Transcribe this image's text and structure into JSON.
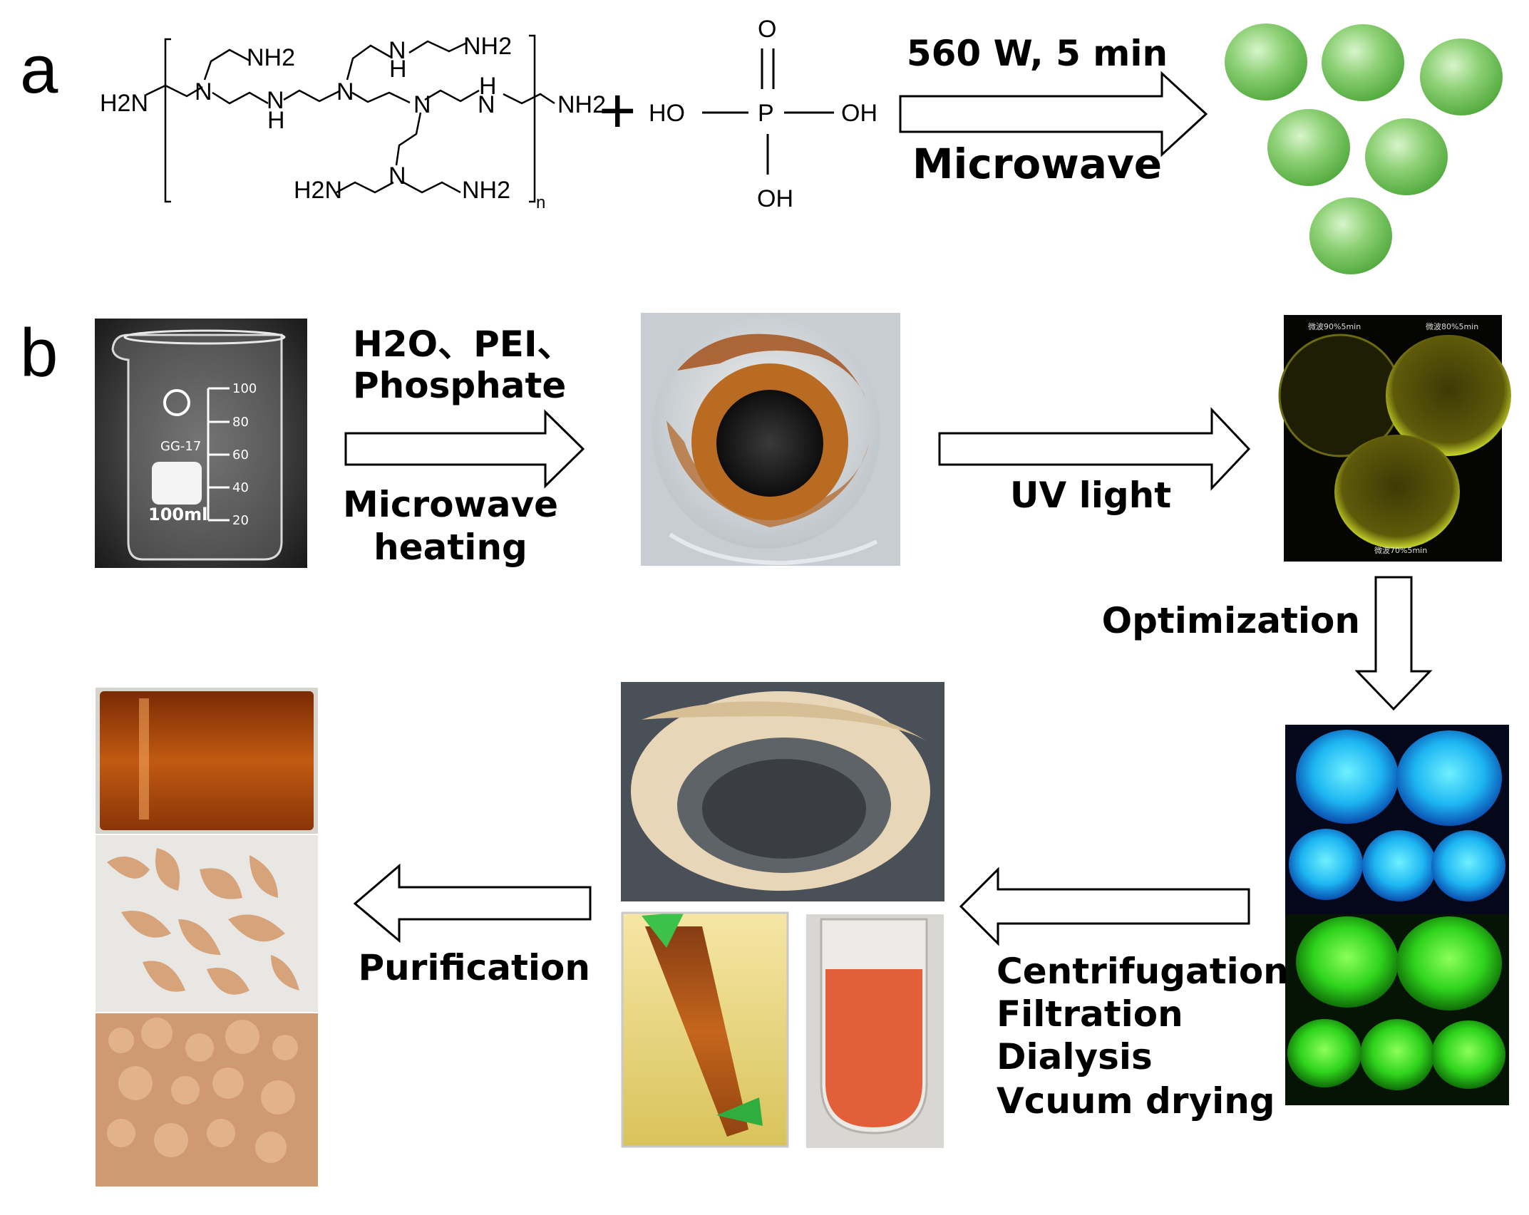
{
  "panels": {
    "a": "a",
    "b": "b"
  },
  "reaction": {
    "pei_atoms": {
      "h2n": "H2N",
      "n": "N",
      "nh": "NH",
      "h": "H",
      "nh2": "NH2",
      "n_sub": "n"
    },
    "phosphoric": {
      "o": "O",
      "ho": "HO",
      "p": "P",
      "oh": "OH"
    },
    "plus": "+",
    "condition_top": "560 W, 5 min",
    "condition_bottom": "Microwave",
    "product_color": "#6fc156"
  },
  "workflow": {
    "step1_label_line1": "H2O、PEI、",
    "step1_label_line2": "Phosphate",
    "step1_label_line3": "Microwave",
    "step1_label_line4": "heating",
    "step2_label": "UV light",
    "step3_label": "Optimization",
    "step4_labels": [
      "Centrifugation",
      "Filtration",
      "Dialysis",
      "Vcuum drying"
    ],
    "step5_label": "Purification",
    "beaker_text": {
      "brand": "GG-17",
      "volume": "100ml",
      "ticks": [
        "100",
        "80",
        "60",
        "40",
        "20"
      ]
    },
    "uv_dish_text": [
      "微波90%5min",
      "微波80%5min",
      "微波70%5min"
    ]
  }
}
